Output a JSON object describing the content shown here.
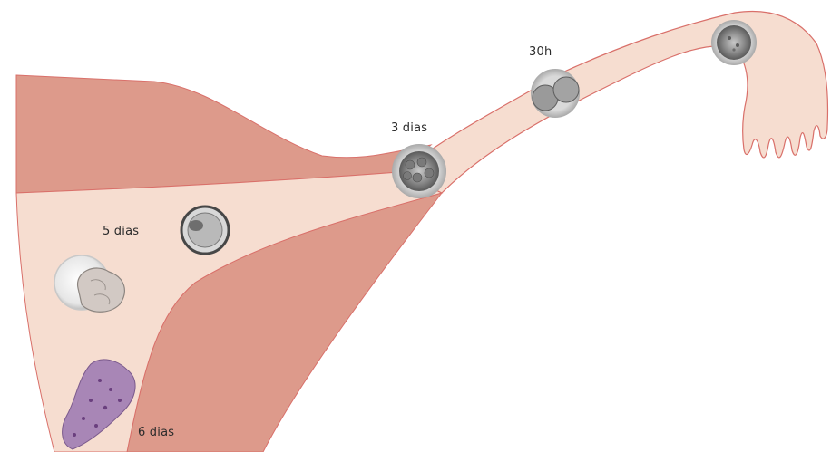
{
  "labels": {
    "stage_30h": "30h",
    "stage_3_days": "3 dias",
    "stage_5_days": "5 dias",
    "stage_6_days": "6 dias"
  },
  "colors": {
    "background": "#ffffff",
    "uterus_wall": "#dd9a8b",
    "cavity_and_tube": "#f6ddd0",
    "outline": "#d9706a",
    "embryo_gray": "#8e8e8e",
    "implantation_purple": "#8a5c98"
  },
  "icons": {
    "fertilized_egg": "zygote-icon",
    "two_cell": "two-cell-embryo-icon",
    "morula": "morula-icon",
    "blastocyst": "blastocyst-icon",
    "hatching": "hatching-blastocyst-icon",
    "implantation": "implanting-embryo-icon"
  }
}
